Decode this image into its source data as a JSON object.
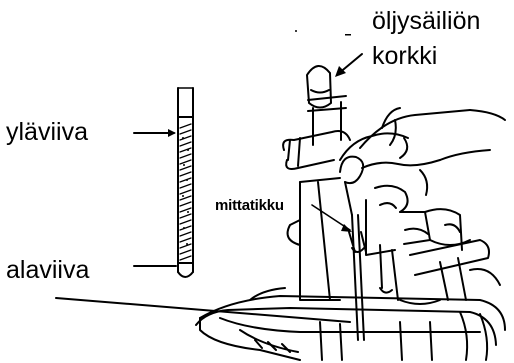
{
  "labels": {
    "oil_tank_cap_line1": "öljysäiliön",
    "oil_tank_cap_line2": "korkki",
    "upper_line": "yläviiva",
    "lower_line": "alaviiva",
    "dipstick": "mittatikku"
  },
  "colors": {
    "ink": "#000000",
    "background": "#ffffff"
  }
}
